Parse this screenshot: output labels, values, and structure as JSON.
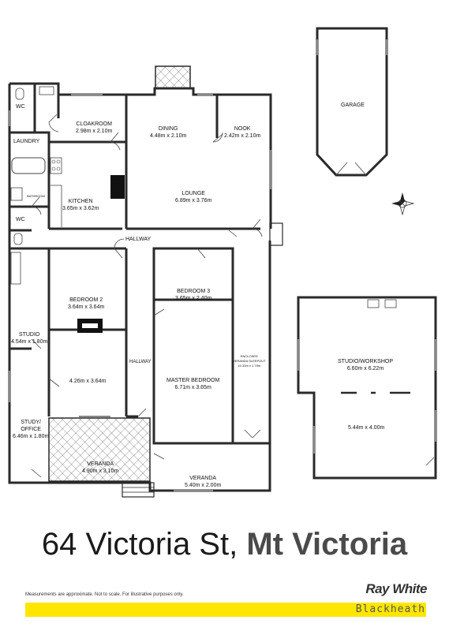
{
  "title": {
    "street": "64 Victoria St,",
    "suburb": "Mt Victoria"
  },
  "disclaimer": "Measurements are approximate. Not to scale. For illustrative purposes only.",
  "brand": {
    "name": "Ray White",
    "office": "Blackheath",
    "bar_color": "#ffe600"
  },
  "rooms": {
    "wc_top": "WC",
    "cloakroom": {
      "name": "CLOAKROOM",
      "size": "2.98m x 2.10m"
    },
    "dining": {
      "name": "DINING",
      "size": "4.48m x 2.10m"
    },
    "nook": {
      "name": "NOOK",
      "size": "2.42m x 2.10m"
    },
    "laundry": "LAUNDRY",
    "kitchen": {
      "name": "KITCHEN",
      "size": "3.65m x 3.62m"
    },
    "lounge": {
      "name": "LOUNGE",
      "size": "6.89m x 3.76m"
    },
    "bathroom": "BATHROOM",
    "wc_mid": "WC",
    "hallway": "HALLWAY",
    "bedroom2": {
      "name": "BEDROOM 2",
      "size": "3.64m x 3.64m"
    },
    "bedroom3": {
      "name": "BEDROOM 3",
      "size": "3.65m x 2.40m"
    },
    "studio": {
      "name": "STUDIO",
      "size": "4.54m x 1.80m"
    },
    "enclosed": {
      "line1": "ENCLOSED",
      "line2": "VERANDA SLEEPOUT",
      "size": "10.33m x 1.79m"
    },
    "unnamed_room": {
      "size": "4.26m x 3.64m"
    },
    "hallway_small": "HALLWAY",
    "master": {
      "name": "MASTER BEDROOM",
      "size": "6.71m x 3.65m"
    },
    "study": {
      "line1": "STUDY/",
      "line2": "OFFICE",
      "size": "6.46m x 1.80m"
    },
    "veranda_left": {
      "name": "VERANDA",
      "size": "4.90m x 3.10m"
    },
    "veranda_bottom": {
      "name": "VERANDA",
      "size": "5.40m x 2.00m"
    },
    "garage": "GARAGE",
    "workshop": {
      "name": "STUDIO/WORKSHOP",
      "size": "6.60m x 6.22m"
    },
    "workshop_lower": {
      "size": "5.44m x 4.00m"
    }
  },
  "icons": {
    "compass": "compass-rose-icon"
  }
}
